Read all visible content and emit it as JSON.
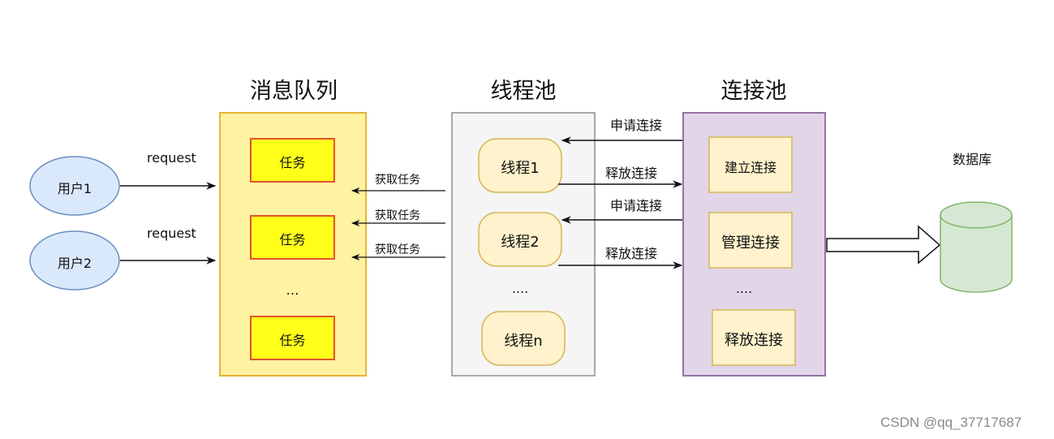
{
  "sections": {
    "queue_title": "消息队列",
    "thread_title": "线程池",
    "conn_title": "连接池"
  },
  "users": [
    {
      "label": "用户1",
      "edge": "request"
    },
    {
      "label": "用户2",
      "edge": "request"
    }
  ],
  "queue": {
    "tasks": [
      "任务",
      "任务",
      "任务"
    ],
    "ellipsis": "…"
  },
  "fetch_labels": [
    "获取任务",
    "获取任务",
    "获取任务"
  ],
  "threads": {
    "items": [
      "线程1",
      "线程2",
      "线程n"
    ],
    "ellipsis": "...."
  },
  "conn_labels": {
    "request1": "申请连接",
    "release1": "释放连接",
    "request2": "申请连接",
    "release2": "释放连接"
  },
  "connections": {
    "items": [
      "建立连接",
      "管理连接",
      "释放连接"
    ],
    "ellipsis": "...."
  },
  "database": {
    "label": "数据库"
  },
  "watermark": "CSDN @qq_37717687",
  "colors": {
    "user_fill": "#dae8fc",
    "user_stroke": "#6c8ebf",
    "queue_fill": "#fff2a0",
    "queue_stroke": "#e8b23a",
    "task_fill": "#ffff1a",
    "task_stroke": "#e0552f",
    "thread_pool_fill": "#f5f5f5",
    "thread_pool_stroke": "#8f8f8f",
    "thread_fill": "#fff2cc",
    "thread_stroke": "#d6b656",
    "conn_pool_fill": "#e1d5e7",
    "conn_pool_stroke": "#9673a6",
    "db_fill": "#d5e8d4",
    "db_stroke": "#82b366"
  }
}
